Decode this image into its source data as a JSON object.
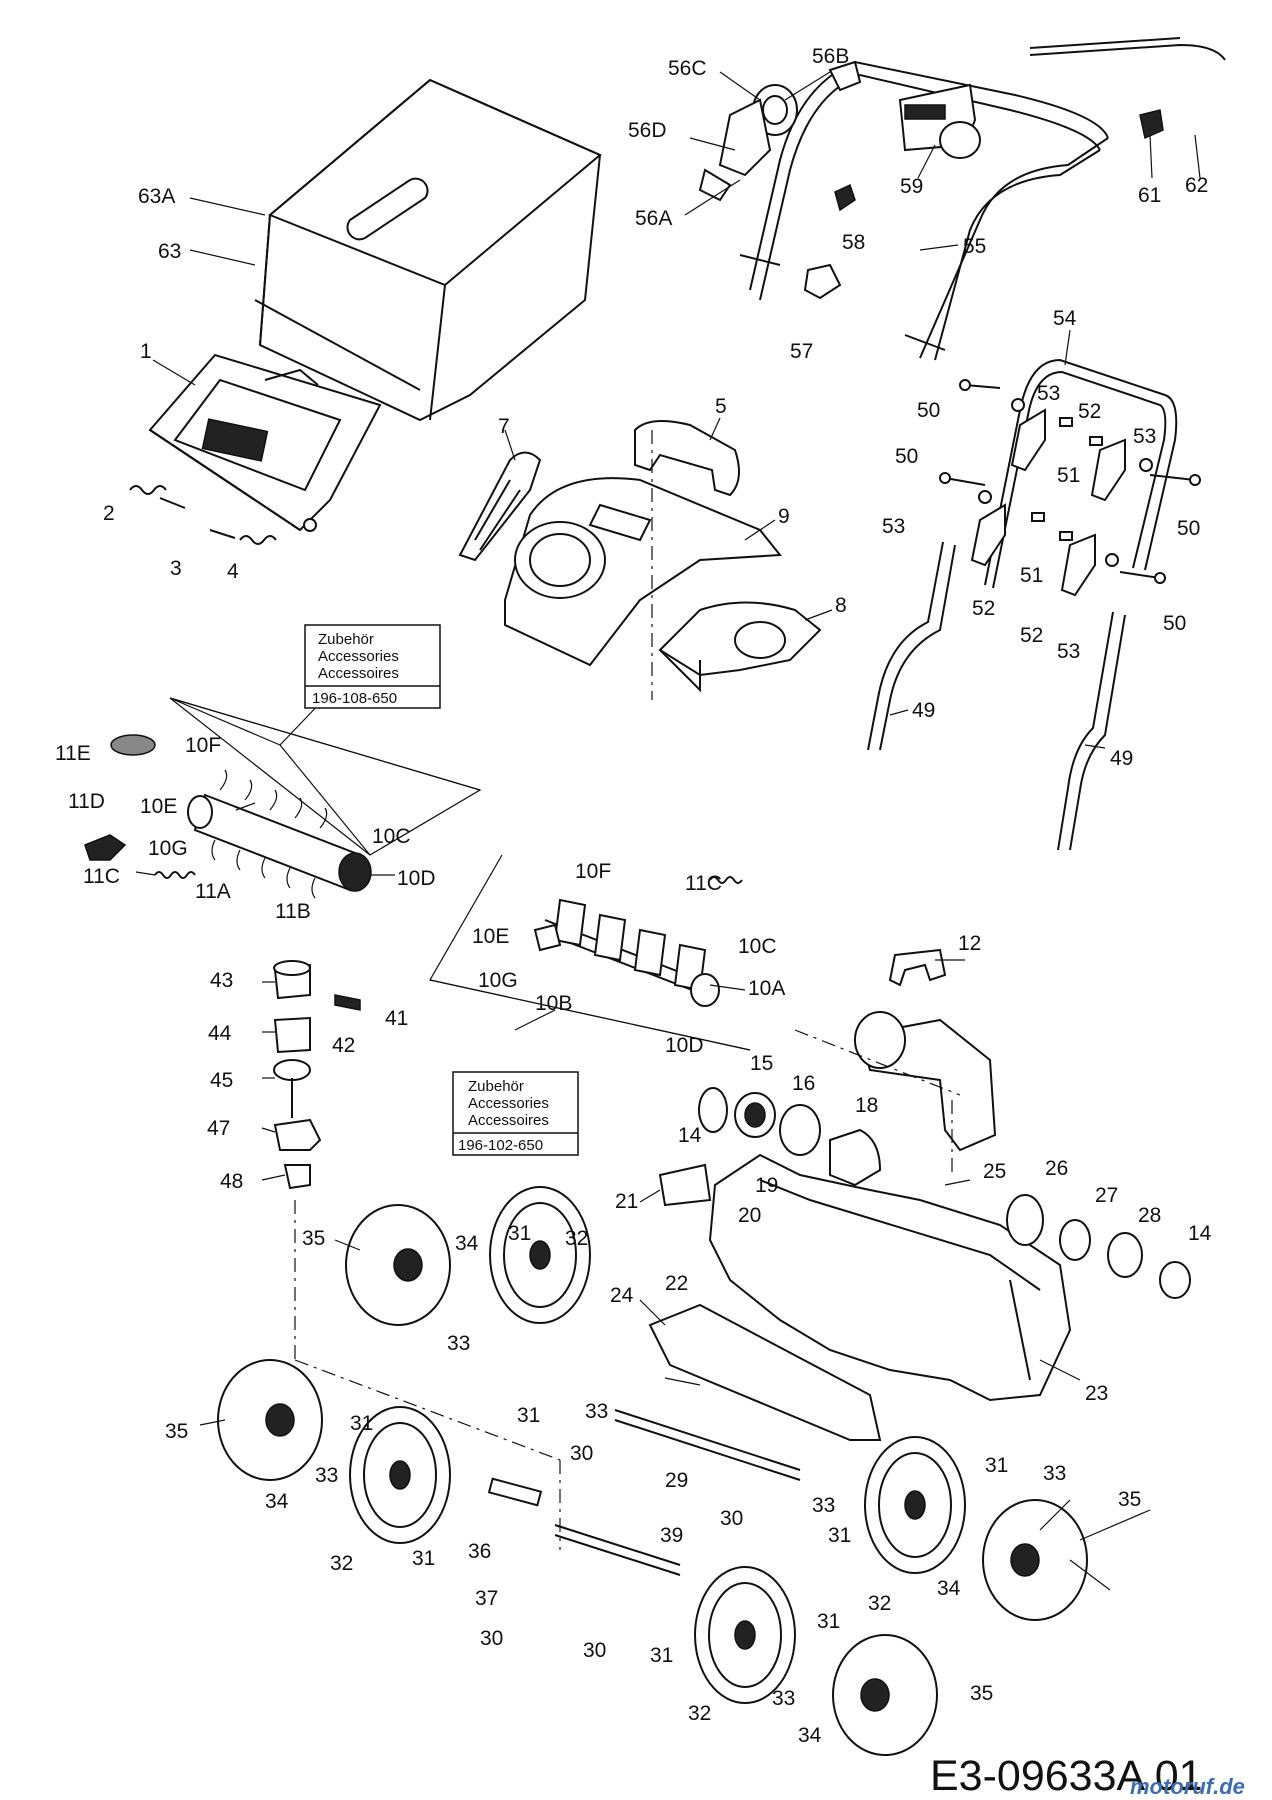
{
  "drawing_code": "E3-09633A 01",
  "watermark": "motoruf.de",
  "accessory_boxes": [
    {
      "line1": "Zubehör",
      "line2": "Accessories",
      "line3": "Accessoires",
      "part_no": "196-108-650"
    },
    {
      "line1": "Zubehör",
      "line2": "Accessories",
      "line3": "Accessoires",
      "part_no": "196-102-650"
    }
  ],
  "part_labels": [
    {
      "id": "63A",
      "text": "63A"
    },
    {
      "id": "63",
      "text": "63"
    },
    {
      "id": "1",
      "text": "1"
    },
    {
      "id": "2",
      "text": "2"
    },
    {
      "id": "3",
      "text": "3"
    },
    {
      "id": "4",
      "text": "4"
    },
    {
      "id": "56C",
      "text": "56C"
    },
    {
      "id": "56B",
      "text": "56B"
    },
    {
      "id": "56D",
      "text": "56D"
    },
    {
      "id": "56A",
      "text": "56A"
    },
    {
      "id": "59",
      "text": "59"
    },
    {
      "id": "58",
      "text": "58"
    },
    {
      "id": "57",
      "text": "57"
    },
    {
      "id": "55",
      "text": "55"
    },
    {
      "id": "61",
      "text": "61"
    },
    {
      "id": "62",
      "text": "62"
    },
    {
      "id": "54",
      "text": "54"
    },
    {
      "id": "5",
      "text": "5"
    },
    {
      "id": "7",
      "text": "7"
    },
    {
      "id": "9",
      "text": "9"
    },
    {
      "id": "8",
      "text": "8"
    },
    {
      "id": "50a",
      "text": "50"
    },
    {
      "id": "53a",
      "text": "53"
    },
    {
      "id": "52a",
      "text": "52"
    },
    {
      "id": "53b",
      "text": "53"
    },
    {
      "id": "50b",
      "text": "50"
    },
    {
      "id": "51a",
      "text": "51"
    },
    {
      "id": "50c",
      "text": "50"
    },
    {
      "id": "53c",
      "text": "53"
    },
    {
      "id": "51b",
      "text": "51"
    },
    {
      "id": "52b",
      "text": "52"
    },
    {
      "id": "52c",
      "text": "52"
    },
    {
      "id": "53d",
      "text": "53"
    },
    {
      "id": "50d",
      "text": "50"
    },
    {
      "id": "49a",
      "text": "49"
    },
    {
      "id": "49b",
      "text": "49"
    },
    {
      "id": "11E",
      "text": "11E"
    },
    {
      "id": "10Fa",
      "text": "10F"
    },
    {
      "id": "11D",
      "text": "11D"
    },
    {
      "id": "10Ea",
      "text": "10E"
    },
    {
      "id": "10Ga",
      "text": "10G"
    },
    {
      "id": "10Ca",
      "text": "10C"
    },
    {
      "id": "10Da",
      "text": "10D"
    },
    {
      "id": "11A",
      "text": "11A"
    },
    {
      "id": "11B",
      "text": "11B"
    },
    {
      "id": "11Ca",
      "text": "11C"
    },
    {
      "id": "10Fb",
      "text": "10F"
    },
    {
      "id": "11Cb",
      "text": "11C"
    },
    {
      "id": "10Eb",
      "text": "10E"
    },
    {
      "id": "10Cb",
      "text": "10C"
    },
    {
      "id": "10Gb",
      "text": "10G"
    },
    {
      "id": "10A",
      "text": "10A"
    },
    {
      "id": "10B",
      "text": "10B"
    },
    {
      "id": "10Db",
      "text": "10D"
    },
    {
      "id": "43",
      "text": "43"
    },
    {
      "id": "41",
      "text": "41"
    },
    {
      "id": "44",
      "text": "44"
    },
    {
      "id": "42",
      "text": "42"
    },
    {
      "id": "45",
      "text": "45"
    },
    {
      "id": "47",
      "text": "47"
    },
    {
      "id": "48",
      "text": "48"
    },
    {
      "id": "12",
      "text": "12"
    },
    {
      "id": "15",
      "text": "15"
    },
    {
      "id": "16",
      "text": "16"
    },
    {
      "id": "14a",
      "text": "14"
    },
    {
      "id": "18",
      "text": "18"
    },
    {
      "id": "25",
      "text": "25"
    },
    {
      "id": "26",
      "text": "26"
    },
    {
      "id": "21",
      "text": "21"
    },
    {
      "id": "19",
      "text": "19"
    },
    {
      "id": "27",
      "text": "27"
    },
    {
      "id": "20",
      "text": "20"
    },
    {
      "id": "28",
      "text": "28"
    },
    {
      "id": "14b",
      "text": "14"
    },
    {
      "id": "22",
      "text": "22"
    },
    {
      "id": "35a",
      "text": "35"
    },
    {
      "id": "34a",
      "text": "34"
    },
    {
      "id": "31a",
      "text": "31"
    },
    {
      "id": "32a",
      "text": "32"
    },
    {
      "id": "24",
      "text": "24"
    },
    {
      "id": "33a",
      "text": "33"
    },
    {
      "id": "23",
      "text": "23"
    },
    {
      "id": "31b",
      "text": "31"
    },
    {
      "id": "33b",
      "text": "33"
    },
    {
      "id": "35b",
      "text": "35"
    },
    {
      "id": "31c",
      "text": "31"
    },
    {
      "id": "30a",
      "text": "30"
    },
    {
      "id": "33c",
      "text": "33"
    },
    {
      "id": "29",
      "text": "29"
    },
    {
      "id": "31d",
      "text": "31"
    },
    {
      "id": "33d",
      "text": "33"
    },
    {
      "id": "34b",
      "text": "34"
    },
    {
      "id": "35c",
      "text": "35"
    },
    {
      "id": "30b",
      "text": "30"
    },
    {
      "id": "33e",
      "text": "33"
    },
    {
      "id": "31e",
      "text": "31"
    },
    {
      "id": "32b",
      "text": "32"
    },
    {
      "id": "31f",
      "text": "31"
    },
    {
      "id": "36",
      "text": "36"
    },
    {
      "id": "39",
      "text": "39"
    },
    {
      "id": "34c",
      "text": "34"
    },
    {
      "id": "32c",
      "text": "32"
    },
    {
      "id": "37",
      "text": "37"
    },
    {
      "id": "30c",
      "text": "30"
    },
    {
      "id": "30d",
      "text": "30"
    },
    {
      "id": "31g",
      "text": "31"
    },
    {
      "id": "31h",
      "text": "31"
    },
    {
      "id": "33f",
      "text": "33"
    },
    {
      "id": "35d",
      "text": "35"
    },
    {
      "id": "34d",
      "text": "34"
    },
    {
      "id": "32d",
      "text": "32"
    }
  ]
}
